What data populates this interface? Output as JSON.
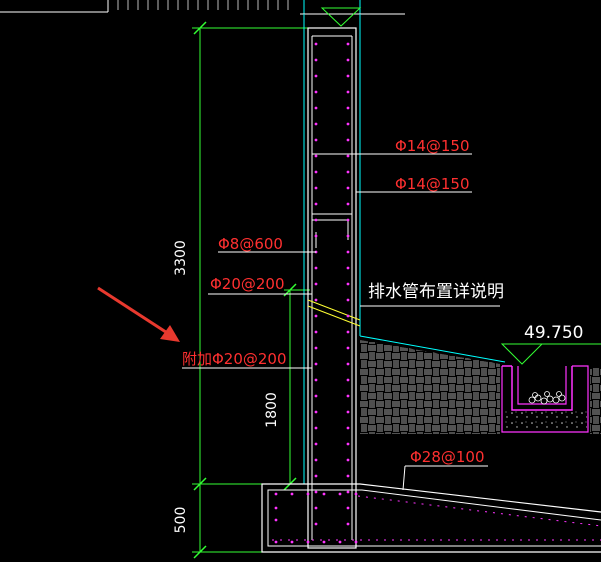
{
  "dimensions": {
    "total_height": "3300",
    "wall_lower_height": "1800",
    "footing_height": "500"
  },
  "rebar_labels": {
    "vert_outer_upper": "Φ14@150",
    "vert_inner_upper": "Φ14@150",
    "tie_bar": "Φ8@600",
    "vert_lower": "Φ20@200",
    "added_bar": "附加Φ20@200",
    "footing_bar": "Φ28@100"
  },
  "notes": {
    "drainage": "排水管布置详说明"
  },
  "elevation": {
    "value": "49.750"
  },
  "colors": {
    "background": "#000000",
    "concrete_outline": "#ffffff",
    "rebar_dots": "#ff33ff",
    "label_red": "#ff3030",
    "dim_line": "#33ff33",
    "cyan": "#00ffff",
    "arrow": "#e8392e"
  }
}
